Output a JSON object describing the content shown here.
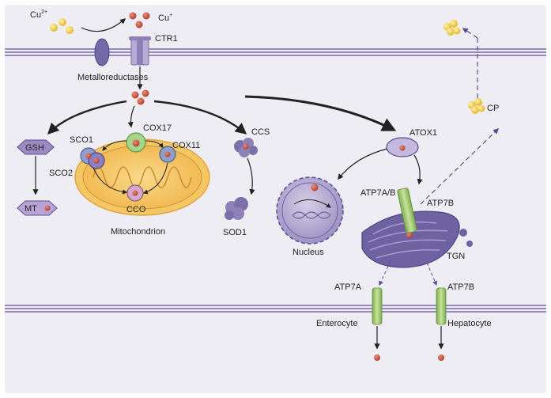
{
  "colors": {
    "background": "#efedf4",
    "membrane": "#7a6aa8",
    "copper_ion": "#c85a48",
    "cu2_ion": "#f2d24a",
    "protein_purple": "#8f80b8",
    "mitochondrion": "#f5c15a",
    "transporter_green": "#9bc36b",
    "golgi": "#6f62a3"
  },
  "labels": {
    "cu2": "Cu",
    "cu2_sup": "2+",
    "cu1": "Cu",
    "cu1_sup": "+",
    "ctr1": "CTR1",
    "metalloreductases": "Metalloreductases",
    "gsh": "GSH",
    "mt": "MT",
    "sco1": "SCO1",
    "sco2": "SCO2",
    "cox17": "COX17",
    "cox11": "COX11",
    "cco": "CCO",
    "mitochondrion": "Mitochondrion",
    "ccs": "CCS",
    "sod1": "SOD1",
    "atox1": "ATOX1",
    "atp7ab": "ATP7A/B",
    "atp7b_top": "ATP7B",
    "nucleus": "Nucleus",
    "tgn": "TGN",
    "atp7a": "ATP7A",
    "atp7b_bottom": "ATP7B",
    "enterocyte": "Enterocyte",
    "hepatocyte": "Hepatocyte",
    "cp": "CP"
  },
  "icons": {
    "copper_ion": "small-red-sphere",
    "cu2_ion": "small-yellow-sphere",
    "transporter": "green-cylinder",
    "ceruloplasmin": "yellow-cluster"
  }
}
